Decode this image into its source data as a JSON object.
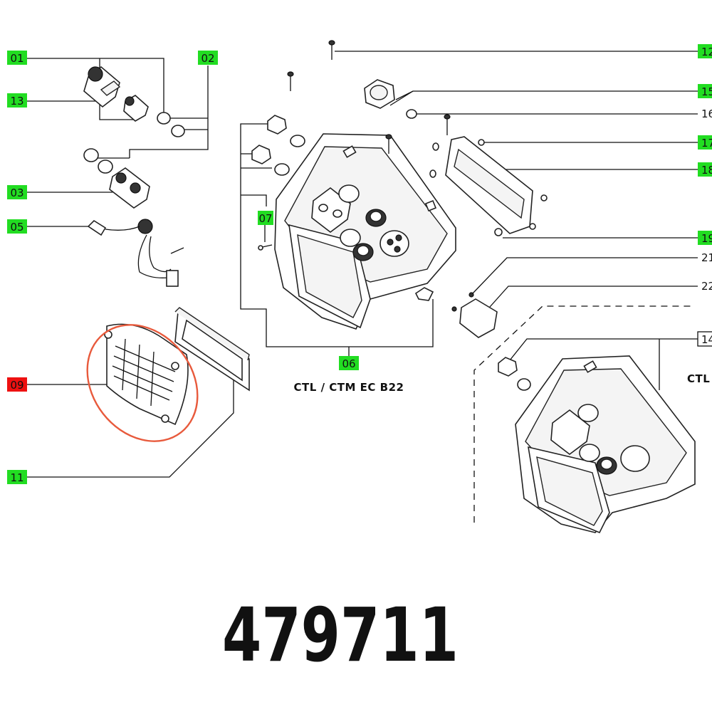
{
  "colors": {
    "callout_normal": "#22dd22",
    "callout_highlight": "#ee1111",
    "callout_outline": "#ffffff",
    "highlight_ellipse": "#e85a3c"
  },
  "callouts": [
    {
      "key": "c01",
      "label": "01",
      "style": "green"
    },
    {
      "key": "c02",
      "label": "02",
      "style": "green"
    },
    {
      "key": "c13",
      "label": "13",
      "style": "green"
    },
    {
      "key": "c03",
      "label": "03",
      "style": "green"
    },
    {
      "key": "c05",
      "label": "05",
      "style": "green"
    },
    {
      "key": "c07",
      "label": "07",
      "style": "green"
    },
    {
      "key": "c09",
      "label": "09",
      "style": "red"
    },
    {
      "key": "c06",
      "label": "06",
      "style": "green"
    },
    {
      "key": "c11",
      "label": "11",
      "style": "green"
    },
    {
      "key": "c12",
      "label": "12",
      "style": "green"
    },
    {
      "key": "c15",
      "label": "15",
      "style": "green"
    },
    {
      "key": "c16",
      "label": "16",
      "style": "plain"
    },
    {
      "key": "c17",
      "label": "17",
      "style": "green"
    },
    {
      "key": "c18",
      "label": "18",
      "style": "green"
    },
    {
      "key": "c19",
      "label": "19",
      "style": "green"
    },
    {
      "key": "c21",
      "label": "21",
      "style": "plain"
    },
    {
      "key": "c22",
      "label": "22",
      "style": "plain"
    },
    {
      "key": "c14",
      "label": "14",
      "style": "outline"
    }
  ],
  "captions": {
    "main_variant": "CTL / CTM EC B22",
    "inset_variant": "CTL"
  },
  "part_number": "479711"
}
